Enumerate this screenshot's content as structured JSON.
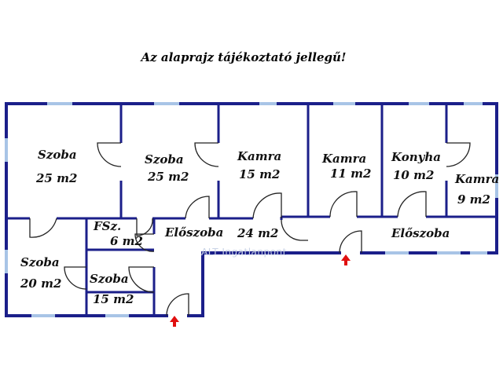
{
  "note": "Az alaprajz tájékoztató jellegű!",
  "watermark": "ALT Ingatlanpont",
  "colors": {
    "wall": "#1b1f8a",
    "window": "#a8c4e6",
    "arrow": "#e01010",
    "door": "#222222"
  },
  "rooms": {
    "szoba1": {
      "name": "Szoba",
      "area": "25 m2"
    },
    "szoba2": {
      "name": "Szoba",
      "area": "25 m2"
    },
    "kamra1": {
      "name": "Kamra",
      "area": "15 m2"
    },
    "kamra2": {
      "name": "Kamra",
      "area": "11 m2"
    },
    "konyha": {
      "name": "Konyha",
      "area": "10 m2"
    },
    "kamra3": {
      "name": "Kamra",
      "area": "9 m2"
    },
    "fsz": {
      "name": "FSz.",
      "area": "6 m2"
    },
    "eloszoba1": {
      "name": "Előszoba",
      "area": "24 m2"
    },
    "eloszoba2": {
      "name": "Előszoba"
    },
    "szoba3": {
      "name": "Szoba",
      "area": "20 m2"
    },
    "szoba4": {
      "name": "Szoba",
      "area": "15 m2"
    }
  },
  "icons": {
    "entrance": "up-arrow-icon",
    "door": "door-swing-icon",
    "window": "window-icon"
  }
}
